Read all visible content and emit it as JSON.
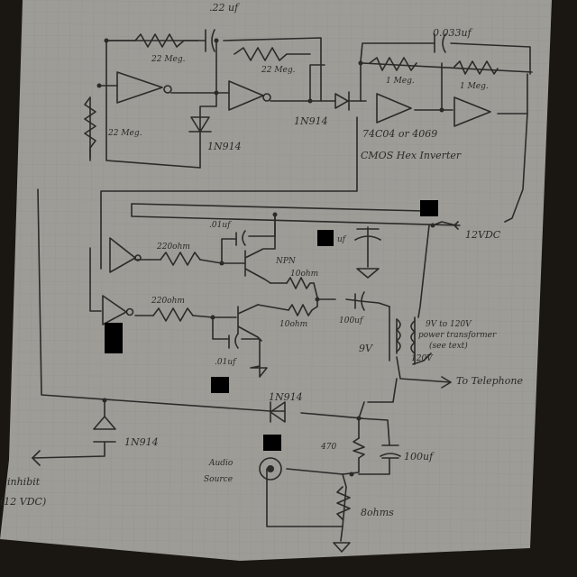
{
  "labels": {
    "cap_top": ".22 uf",
    "cap_top_right": "0.033uf",
    "res_22meg_a": "22 Meg.",
    "res_22meg_b": "22 Meg.",
    "res_22meg_c": "22 Meg.",
    "res_1meg_a": "1 Meg.",
    "res_1meg_b": "1 Meg.",
    "diode_1n914_a": "1N914",
    "diode_1n914_b": "1N914",
    "diode_1n914_c": "1N914",
    "diode_1n914_d": "1N914",
    "ic_name": "74C04 or 4069",
    "ic_desc": "CMOS Hex Inverter",
    "cap_01_a": ".01uf",
    "cap_01_b": ".01uf",
    "cap_uf": "uf",
    "res_220_a": "220ohm",
    "res_220_b": "220ohm",
    "transistor_npn": "NPN",
    "res_10_a": "10ohm",
    "res_10_b": "10ohm",
    "cap_100": "100uf",
    "supply": "12VDC",
    "transformer_1": "9V to 120V",
    "transformer_2": "power transformer",
    "transformer_3": "(see text)",
    "tap_9v": "9V",
    "tap_120v": "120V",
    "output": "To Telephone",
    "res_470": "470",
    "cap_100b": "100uf",
    "audio_1": "Audio",
    "audio_2": "Source",
    "res_8": "8ohms",
    "inhibit_1": "inhibit",
    "inhibit_2": "(12 VDC)"
  },
  "colors": {
    "paper": "#9e9c97",
    "ink": "#2b2a28",
    "background": "#1a1713",
    "redaction": "#000000"
  }
}
